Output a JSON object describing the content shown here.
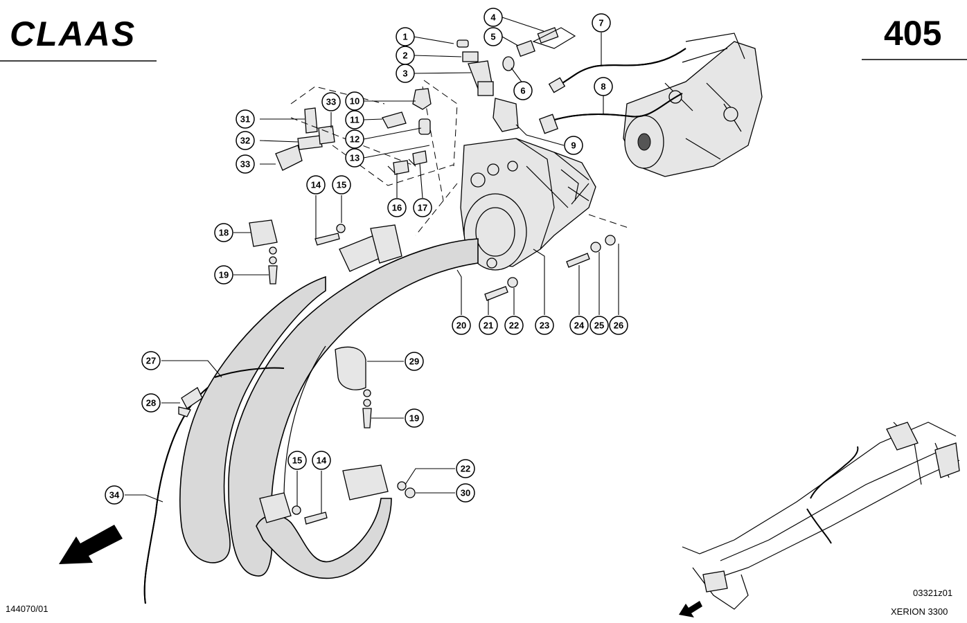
{
  "header": {
    "brand": "CLAAS",
    "page_number": "405"
  },
  "footer": {
    "left_code": "144070/01",
    "right_code": "03321z01",
    "model": "XERION 3300"
  },
  "callouts": [
    {
      "id": "1",
      "label": "1"
    },
    {
      "id": "2",
      "label": "2"
    },
    {
      "id": "3",
      "label": "3"
    },
    {
      "id": "4",
      "label": "4"
    },
    {
      "id": "5",
      "label": "5"
    },
    {
      "id": "6",
      "label": "6"
    },
    {
      "id": "7",
      "label": "7"
    },
    {
      "id": "8",
      "label": "8"
    },
    {
      "id": "9",
      "label": "9"
    },
    {
      "id": "10",
      "label": "10"
    },
    {
      "id": "11",
      "label": "11"
    },
    {
      "id": "12",
      "label": "12"
    },
    {
      "id": "13",
      "label": "13"
    },
    {
      "id": "14a",
      "label": "14"
    },
    {
      "id": "15a",
      "label": "15"
    },
    {
      "id": "16",
      "label": "16"
    },
    {
      "id": "17",
      "label": "17"
    },
    {
      "id": "18",
      "label": "18"
    },
    {
      "id": "19a",
      "label": "19"
    },
    {
      "id": "20",
      "label": "20"
    },
    {
      "id": "21",
      "label": "21"
    },
    {
      "id": "22a",
      "label": "22"
    },
    {
      "id": "23",
      "label": "23"
    },
    {
      "id": "24",
      "label": "24"
    },
    {
      "id": "25",
      "label": "25"
    },
    {
      "id": "26",
      "label": "26"
    },
    {
      "id": "27",
      "label": "27"
    },
    {
      "id": "28",
      "label": "28"
    },
    {
      "id": "29",
      "label": "29"
    },
    {
      "id": "19b",
      "label": "19"
    },
    {
      "id": "15b",
      "label": "15"
    },
    {
      "id": "14b",
      "label": "14"
    },
    {
      "id": "22b",
      "label": "22"
    },
    {
      "id": "30",
      "label": "30"
    },
    {
      "id": "31",
      "label": "31"
    },
    {
      "id": "32",
      "label": "32"
    },
    {
      "id": "33a",
      "label": "33"
    },
    {
      "id": "33b",
      "label": "33"
    },
    {
      "id": "34",
      "label": "34"
    }
  ],
  "icons": {
    "direction_arrow": "direction-arrow-icon",
    "overview_arrow": "overview-arrow-icon"
  }
}
